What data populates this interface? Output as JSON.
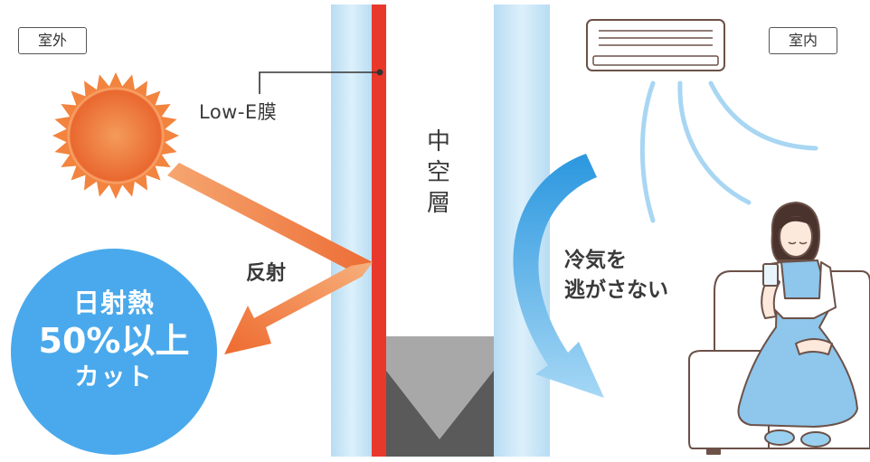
{
  "labels": {
    "outdoor": "室外",
    "indoor": "室内",
    "low_e_film": "Low-E膜",
    "hollow_layer": "中空層",
    "reflection": "反射",
    "cool_air_line1": "冷気を",
    "cool_air_line2": "逃がさない"
  },
  "heat_badge": {
    "line1": "日射熱",
    "line2": "50%以上",
    "line3": "カット"
  },
  "colors": {
    "glass": "#c9e5f6",
    "low_e_film": "#e8382b",
    "spacer": "#a8a8a8",
    "sealant": "#5a5a5a",
    "sun": "#ee7a3a",
    "heat_arrow": "#f08a4b",
    "cool_arrow": "#3aa6e6",
    "badge": "#4aa9ec"
  },
  "icons": {
    "sun": "sun-icon",
    "air_conditioner": "air-conditioner-icon",
    "person_on_sofa": "woman-on-sofa-illustration"
  }
}
